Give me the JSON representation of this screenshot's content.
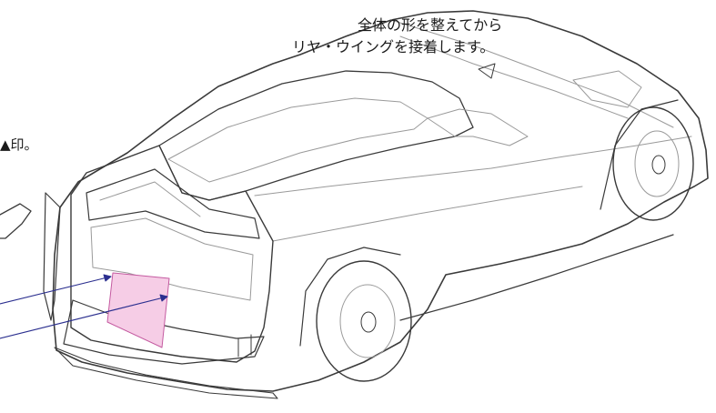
{
  "notes": {
    "line1": "全体の形を整えてから",
    "line2": "リヤ・ウイングを接着します。",
    "line3": "▲印。"
  },
  "colors": {
    "outline": "#3a3a3a",
    "detail": "#9a9a9a",
    "plate_fill": "#f6cde6",
    "plate_stroke": "#c45aa0",
    "arrow": "#2b2f8f"
  }
}
